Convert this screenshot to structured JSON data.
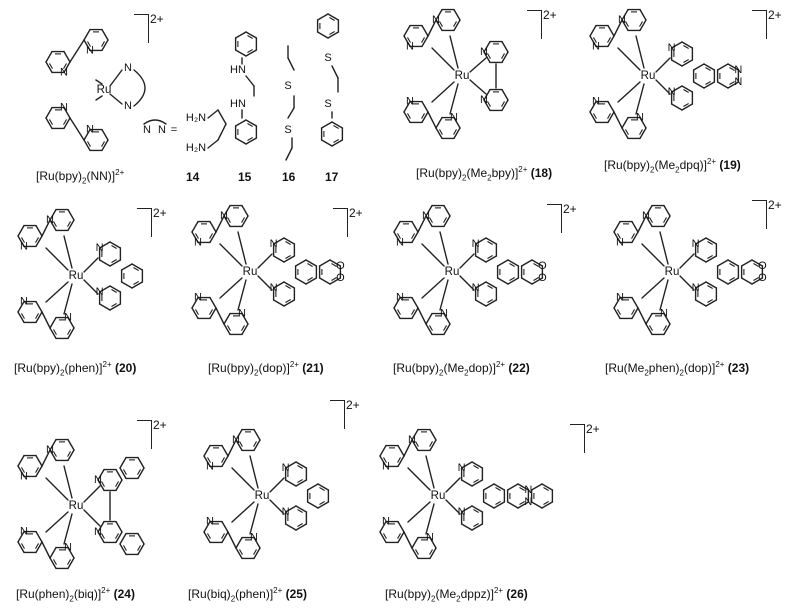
{
  "charge": "2+",
  "ru_label": "Ru",
  "n_label": "N",
  "o_label": "O",
  "s_label": "S",
  "legend": {
    "nn_left": "N",
    "nn_right": "N",
    "equals": "="
  },
  "ligands": {
    "l14": {
      "number": "14",
      "top": "H₂N",
      "bottom": "H₂N"
    },
    "l15": {
      "number": "15",
      "top": "HN",
      "bottom": "HN"
    },
    "l16": {
      "number": "16",
      "top": "S",
      "bottom": "S"
    },
    "l17": {
      "number": "17",
      "top": "S",
      "bottom": "S"
    }
  },
  "complexes": [
    {
      "pre": "[Ru(bpy)",
      "s1": "2",
      "mid": "(NN)]",
      "sup": "2+",
      "num": ""
    },
    {
      "pre": "[Ru(bpy)",
      "s1": "2",
      "mid": "(Me",
      "s2": "2",
      "post": "bpy)]",
      "sup": "2+",
      "num": "(18)"
    },
    {
      "pre": "[Ru(bpy)",
      "s1": "2",
      "mid": "(Me",
      "s2": "2",
      "post": "dpq)]",
      "sup": "2+",
      "num": "(19)"
    },
    {
      "pre": "[Ru(bpy)",
      "s1": "2",
      "mid": "(phen)]",
      "sup": "2+",
      "num": "(20)"
    },
    {
      "pre": "[Ru(bpy)",
      "s1": "2",
      "mid": "(dop)]",
      "sup": "2+",
      "num": "(21)"
    },
    {
      "pre": "[Ru(bpy)",
      "s1": "2",
      "mid": "(Me",
      "s2": "2",
      "post": "dop)]",
      "sup": "2+",
      "num": "(22)"
    },
    {
      "pre": "[Ru(Me",
      "s1": "2",
      "mid": "phen)",
      "s2": "2",
      "post": "(dop)]",
      "sup": "2+",
      "num": "(23)"
    },
    {
      "pre": "[Ru(phen)",
      "s1": "2",
      "mid": "(biq)]",
      "sup": "2+",
      "num": "(24)"
    },
    {
      "pre": "[Ru(biq)",
      "s1": "2",
      "mid": "(phen)]",
      "sup": "2+",
      "num": "(25)"
    },
    {
      "pre": "[Ru(bpy)",
      "s1": "2",
      "mid": "(Me",
      "s2": "2",
      "post": "dppz)]",
      "sup": "2+",
      "num": "(26)"
    }
  ]
}
